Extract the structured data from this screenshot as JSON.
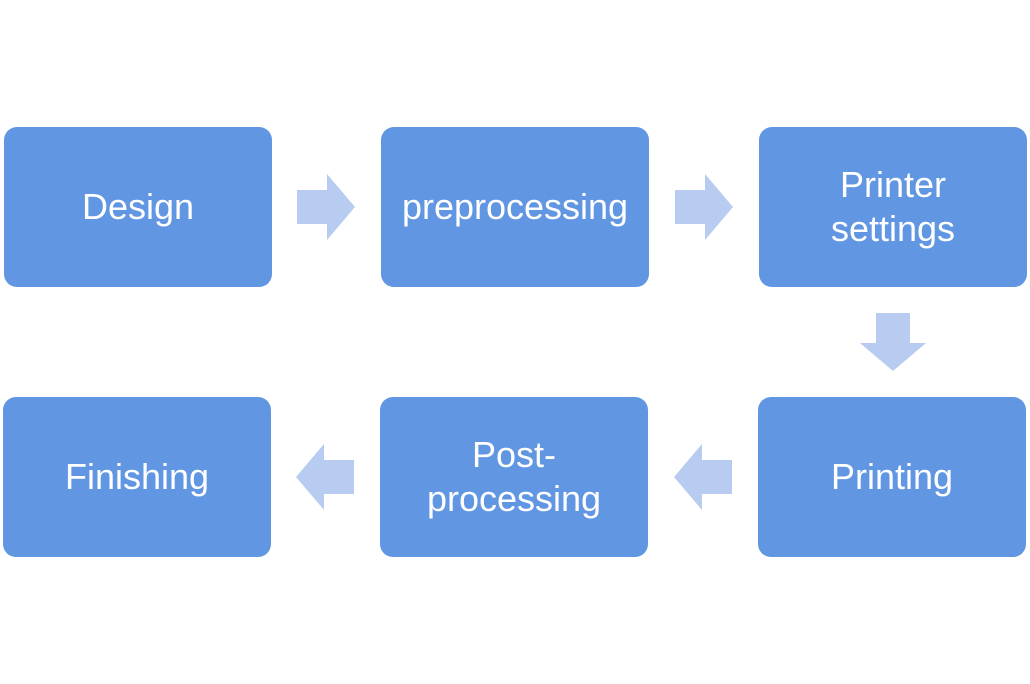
{
  "colors": {
    "box_fill": "#6196e2",
    "arrow_fill": "#b8cbf0",
    "text": "#ffffff",
    "background": "#ffffff"
  },
  "steps": [
    {
      "label": "Design"
    },
    {
      "label": "preprocessing"
    },
    {
      "label": "Printer settings"
    },
    {
      "label": "Printing"
    },
    {
      "label": "Post-processing"
    },
    {
      "label": "Finishing"
    }
  ],
  "connectors": [
    {
      "from": "Design",
      "to": "preprocessing",
      "direction": "right"
    },
    {
      "from": "preprocessing",
      "to": "Printer settings",
      "direction": "right"
    },
    {
      "from": "Printer settings",
      "to": "Printing",
      "direction": "down"
    },
    {
      "from": "Printing",
      "to": "Post-processing",
      "direction": "left"
    },
    {
      "from": "Post-processing",
      "to": "Finishing",
      "direction": "left"
    }
  ]
}
